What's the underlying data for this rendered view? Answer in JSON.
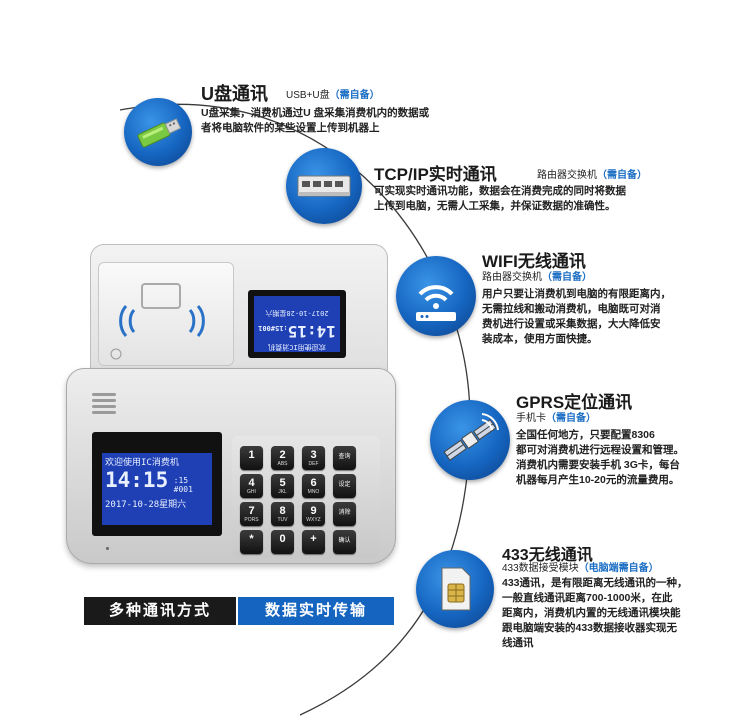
{
  "features": [
    {
      "title": "U盘通讯",
      "subtitle_main": "USB+U盘",
      "subtitle_need": "（需自备）",
      "desc": [
        "U盘采集，消费机通过U 盘采集消费机内的数据或",
        "者将电脑软件的某些设置上传到机器上"
      ],
      "icon": "usb-drive-icon"
    },
    {
      "title": "TCP/IP实时通讯",
      "subtitle_main": "路由器交换机",
      "subtitle_need": "（需自备）",
      "desc": [
        "可实现实时通讯功能，数据会在消费完成的同时将数据",
        "上传到电脑，无需人工采集，并保证数据的准确性。"
      ],
      "icon": "network-switch-icon"
    },
    {
      "title": "WIFI无线通讯",
      "subtitle_main": "路由器交换机",
      "subtitle_need": "（需自备）",
      "desc": [
        "用户只要让消费机到电脑的有限距离内，",
        "无需拉线和搬动消费机，电脑既可对消",
        "费机进行设置或采集数据，大大降低安",
        "装成本，使用方面快捷。"
      ],
      "icon": "wifi-router-icon"
    },
    {
      "title": "GPRS定位通讯",
      "subtitle_main": "手机卡",
      "subtitle_need": "（需自备）",
      "desc": [
        "全国任何地方，只要配置8306",
        "都可对消费机进行远程设置和管理。",
        "消费机内需要安装手机 3G卡，每台",
        "机器每月产生10-20元的流量费用。"
      ],
      "icon": "satellite-icon"
    },
    {
      "title": "433无线通讯",
      "subtitle_main": "433数据接受模块",
      "subtitle_need": "（电脑端需自备）",
      "desc": [
        "433通讯，是有限距离无线通讯的一种，",
        "一般直线通讯距离700-1000米，在此",
        "距离内，消费机内置的无线通讯模块能",
        "跟电脑端安装的433数据接收器实现无",
        "线通讯"
      ],
      "icon": "sim-card-icon"
    }
  ],
  "device": {
    "lcd_main": {
      "line1": "欢迎使用IC消费机",
      "time": "14:15",
      "sec": ":15",
      "num": "#001",
      "date": "2017-10-28星期六"
    },
    "lcd_rear": {
      "line1": "欢迎使用IC消费机",
      "time": "14:15",
      "sec": ":15",
      "num": "#001",
      "date": "2017-10-28星期六"
    },
    "keys": [
      {
        "num": "1",
        "let": ""
      },
      {
        "num": "2",
        "let": "ABS"
      },
      {
        "num": "3",
        "let": "DEF"
      },
      {
        "cn": "查询"
      },
      {
        "num": "4",
        "let": "GHI"
      },
      {
        "num": "5",
        "let": "JKL"
      },
      {
        "num": "6",
        "let": "MNO"
      },
      {
        "cn": "设定"
      },
      {
        "num": "7",
        "let": "PORS"
      },
      {
        "num": "8",
        "let": "TUV"
      },
      {
        "num": "9",
        "let": "WXYZ"
      },
      {
        "cn": "消除"
      },
      {
        "num": "*",
        "let": ""
      },
      {
        "num": "0",
        "let": ""
      },
      {
        "num": "+",
        "let": ""
      },
      {
        "cn": "确认"
      }
    ]
  },
  "banner": {
    "left": "多种通讯方式",
    "right": "数据实时传输"
  },
  "colors": {
    "accent_blue": "#1d6fc4",
    "banner_dark": "#1a1a1a",
    "banner_blue": "#1565c0"
  }
}
